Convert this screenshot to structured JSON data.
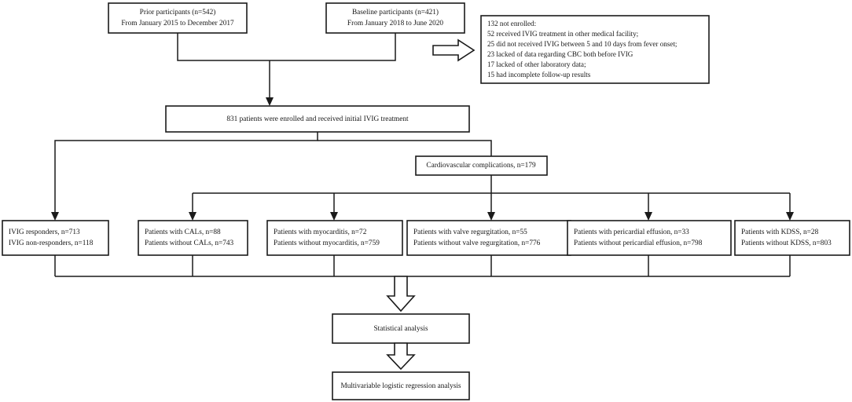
{
  "figure": {
    "type": "flowchart",
    "title": "Patient enrollment and cardiovascular complication flow diagram"
  },
  "nodes": {
    "prior_participants": {
      "line1": "Prior participants (n=542)",
      "line2": "From January 2015 to December 2017"
    },
    "baseline_participants": {
      "line1": "Baseline participants (n=421)",
      "line2": "From January 2018 to June 2020"
    },
    "exclusions": {
      "lines": [
        "132 not enrolled:",
        "52 received IVIG treatment in other medical facility;",
        "25 did not received IVIG between 5 and 10 days from fever onset;",
        "23 lacked of data regarding CBC both before IVIG",
        "17 lacked of other laboratory data;",
        "15 had incomplete follow-up results"
      ]
    },
    "enrolled": {
      "line1": "831 patients were enrolled and received initial IVIG treatment"
    },
    "cardiovascular": {
      "line1": "Cardiovascular complications, n=179"
    },
    "statistical_analysis": {
      "line1": "Statistical analysis"
    },
    "regression_analysis": {
      "line1": "Multivariable logistic regression analysis"
    }
  },
  "outcomes": [
    {
      "id": "ivig-response",
      "line1": "IVIG responders, n=713",
      "line2": "IVIG non-responders, n=118"
    },
    {
      "id": "cals",
      "line1": "Patients with CALs, n=88",
      "line2": "Patients without CALs, n=743"
    },
    {
      "id": "myocarditis",
      "line1": "Patients with myocarditis, n=72",
      "line2": "Patients without myocarditis, n=759"
    },
    {
      "id": "valve-regurgitation",
      "line1": "Patients with valve regurgitation, n=55",
      "line2": "Patients without valve regurgitation, n=776"
    },
    {
      "id": "pericardial-effusion",
      "line1": "Patients with pericardial effusion, n=33",
      "line2": "Patients without pericardial effusion, n=798"
    },
    {
      "id": "kdss",
      "line1": "Patients with KDSS, n=28",
      "line2": "Patients without KDSS, n=803"
    }
  ],
  "colors": {
    "stroke": "#1a1a1a",
    "fill": "#ffffff",
    "text": "#161616"
  }
}
